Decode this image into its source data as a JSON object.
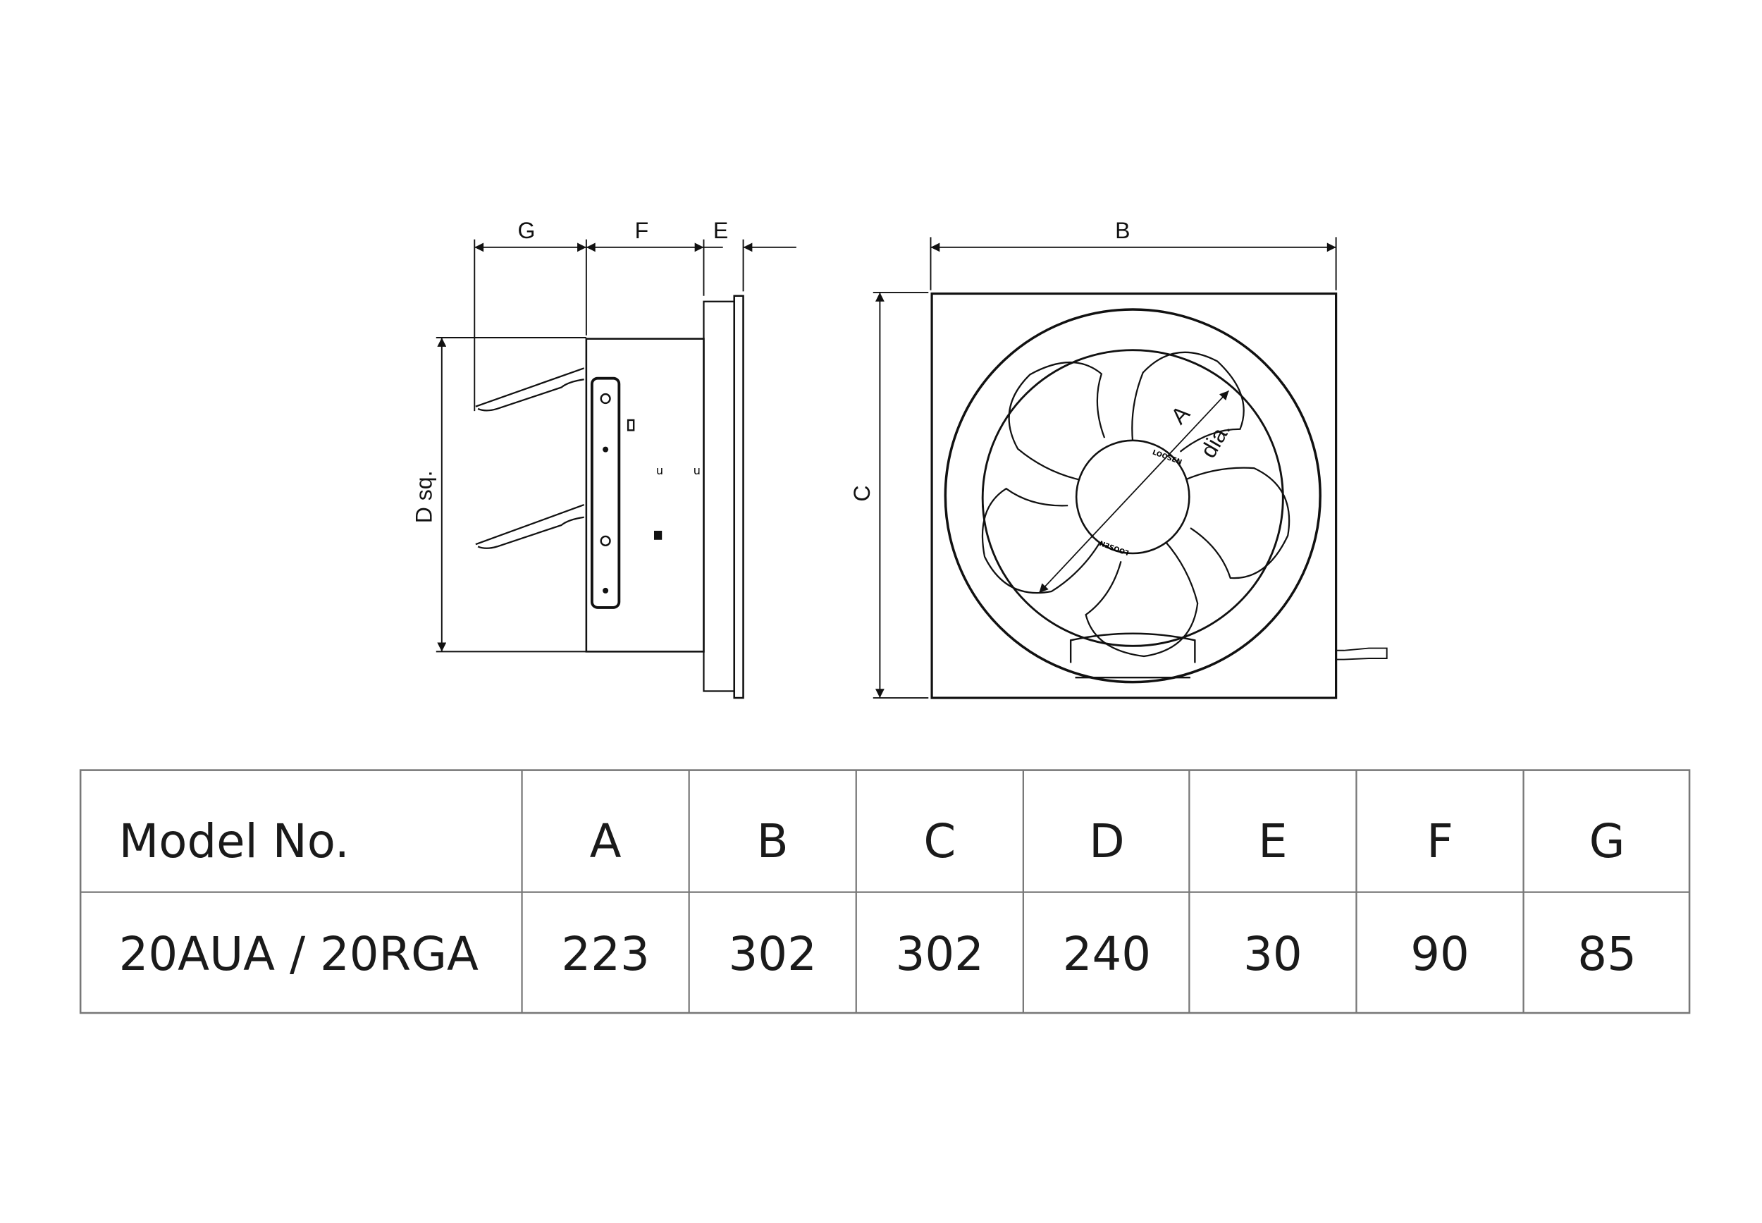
{
  "side_view": {
    "labels": {
      "g": "G",
      "f": "F",
      "e": "E",
      "d": "D sq."
    }
  },
  "front_view": {
    "labels": {
      "b": "B",
      "c": "C",
      "a": "A",
      "dia": "dia."
    },
    "hub_text": [
      "LOOSEN",
      "LOOSEN"
    ]
  },
  "table": {
    "headers": [
      "Model No.",
      "A",
      "B",
      "C",
      "D",
      "E",
      "F",
      "G"
    ],
    "rows": [
      [
        "20AUA / 20RGA",
        "223",
        "302",
        "302",
        "240",
        "30",
        "90",
        "85"
      ]
    ]
  },
  "colors": {
    "line": "#111111",
    "grid": "#777777"
  }
}
